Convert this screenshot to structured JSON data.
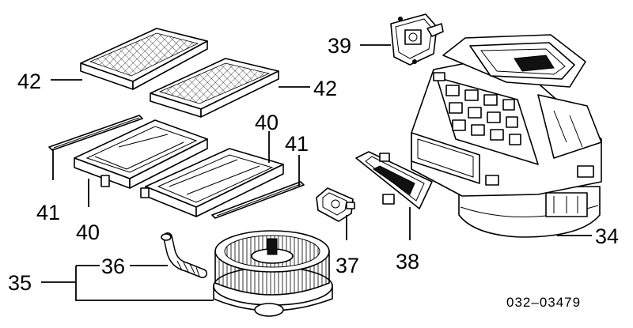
{
  "diagram": {
    "diagram_code": "032–03479",
    "callouts": [
      {
        "id": "c42a",
        "label": "42"
      },
      {
        "id": "c42b",
        "label": "42"
      },
      {
        "id": "c39",
        "label": "39"
      },
      {
        "id": "c40a",
        "label": "40"
      },
      {
        "id": "c41a",
        "label": "41"
      },
      {
        "id": "c41b",
        "label": "41"
      },
      {
        "id": "c40b",
        "label": "40"
      },
      {
        "id": "c34",
        "label": "34"
      },
      {
        "id": "c35",
        "label": "35"
      },
      {
        "id": "c36",
        "label": "36"
      },
      {
        "id": "c37",
        "label": "37"
      },
      {
        "id": "c38",
        "label": "38"
      }
    ]
  }
}
